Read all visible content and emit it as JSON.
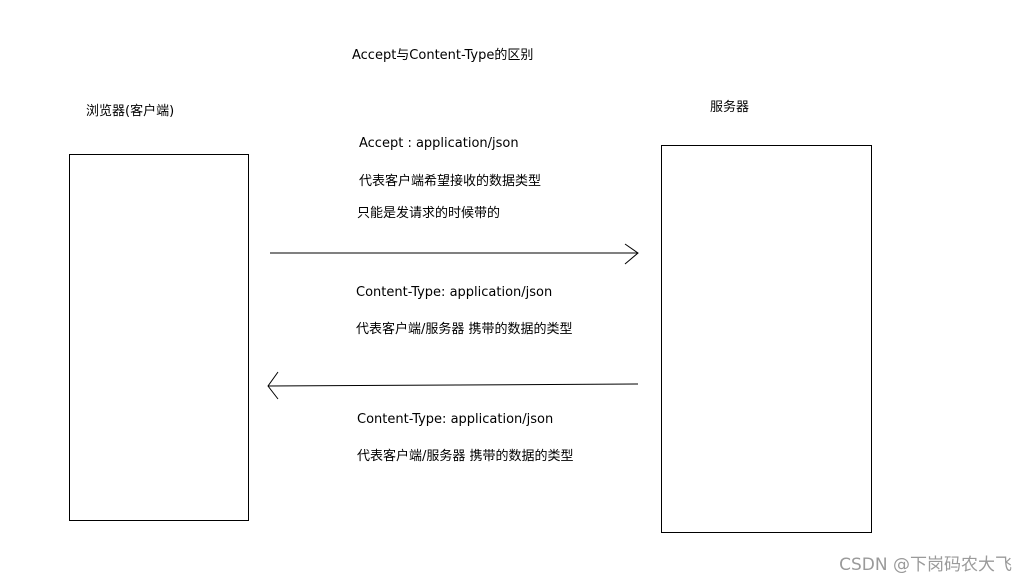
{
  "diagram": {
    "title": "Accept与Content-Type的区别",
    "client_label": "浏览器(客户端)",
    "server_label": "服务器",
    "request": {
      "header": "Accept : application/json",
      "desc1": "代表客户端希望接收的数据类型",
      "desc2": "只能是发请求的时候带的"
    },
    "request_content": {
      "header": "Content-Type: application/json",
      "desc": "代表客户端/服务器 携带的数据的类型"
    },
    "response_content": {
      "header": "Content-Type: application/json",
      "desc": "代表客户端/服务器 携带的数据的类型"
    }
  },
  "watermark": "CSDN @下岗码农大飞"
}
